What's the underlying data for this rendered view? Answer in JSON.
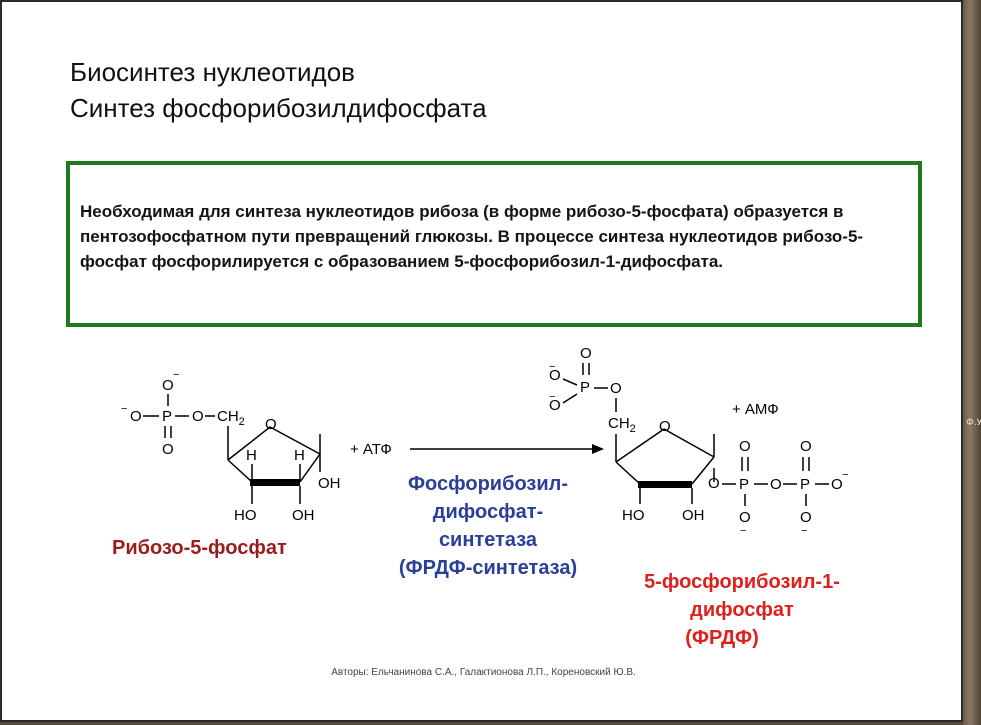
{
  "slide": {
    "title_line1": "Биосинтез нуклеотидов",
    "title_line2": "Синтез фосфорибозилдифосфата",
    "box_text": "Необходимая для синтеза нуклеотидов рибоза (в форме рибозо-5-фосфата) образуется в пентозофосфатном пути превращений глюкозы. В процессе синтеза нуклеотидов рибозо-5-фосфат фосфорилируется с образованием 5-фосфорибозил-1-дифосфата.",
    "authors": "Авторы: Ельчанинова С.А., Галактионова Л.П., Кореновский Ю.В.",
    "sidebar_mark": "Ф.У.С"
  },
  "reaction": {
    "reagent": "+ АТФ",
    "product_side": "+ АМФ",
    "enzyme": [
      "Фосфорибозил-",
      "дифосфат-",
      "синтетаза",
      "(ФРДФ-синтетаза)"
    ],
    "substrate_name": "Рибозо-5-фосфат",
    "product_name": [
      "5-фосфорибозил-1-",
      "дифосфат",
      "(ФРДФ)"
    ]
  },
  "atoms": {
    "O": "O",
    "P": "P",
    "H": "H",
    "OH": "OH",
    "HO": "HO",
    "CH2": "CH",
    "sub2": "2",
    "minus": "−",
    "O_minus_left": "O",
    "link": "O"
  },
  "colors": {
    "frame": "#1f7a1f",
    "substrate": "#9b1c1c",
    "enzyme": "#2a3f9a",
    "product": "#e0201c"
  }
}
